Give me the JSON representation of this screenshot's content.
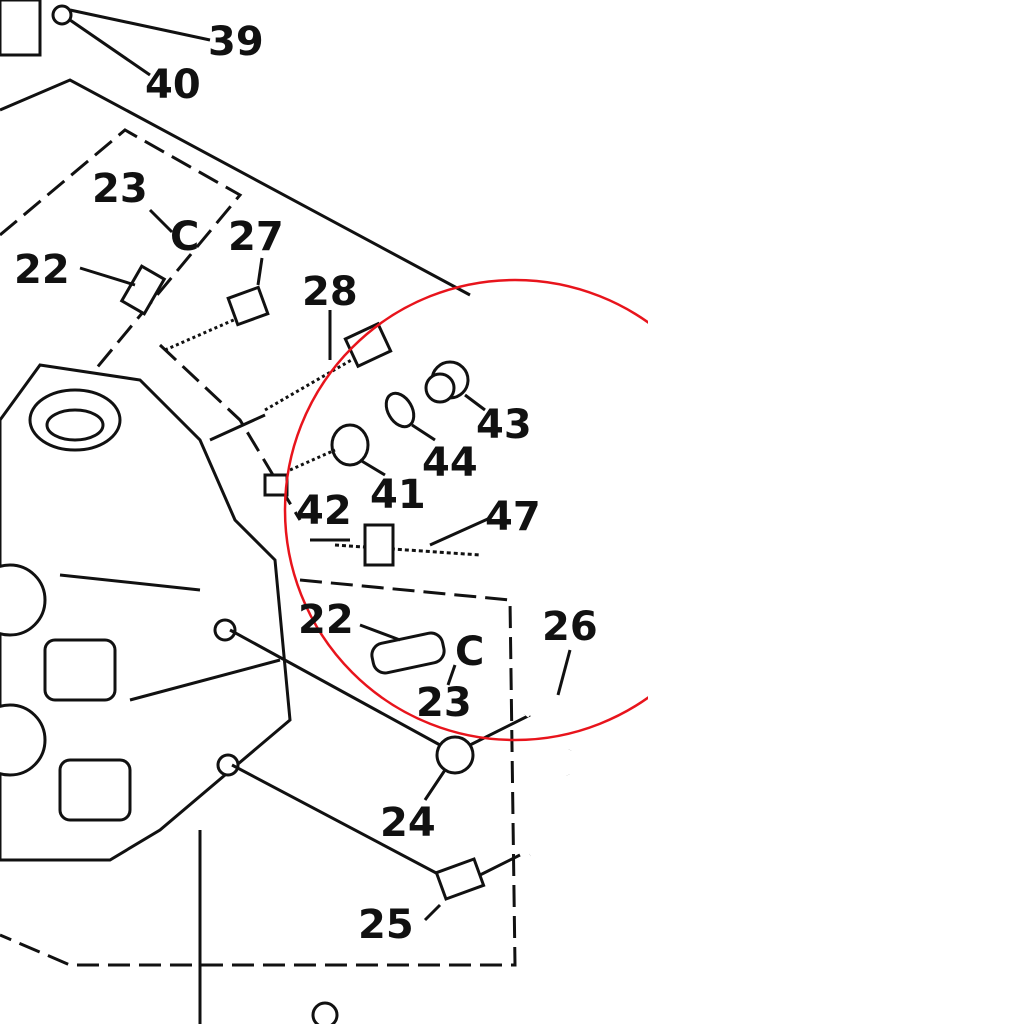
{
  "diagram": {
    "callouts": [
      {
        "id": "c39",
        "label": "39"
      },
      {
        "id": "c40",
        "label": "40"
      },
      {
        "id": "c23a",
        "label": "23"
      },
      {
        "id": "c27",
        "label": "27"
      },
      {
        "id": "c22a",
        "label": "22"
      },
      {
        "id": "c28",
        "label": "28"
      },
      {
        "id": "c43",
        "label": "43"
      },
      {
        "id": "c44",
        "label": "44"
      },
      {
        "id": "c41",
        "label": "41"
      },
      {
        "id": "c42",
        "label": "42"
      },
      {
        "id": "c47",
        "label": "47"
      },
      {
        "id": "c22b",
        "label": "22"
      },
      {
        "id": "c26",
        "label": "26"
      },
      {
        "id": "c23b",
        "label": "23"
      },
      {
        "id": "c24",
        "label": "24"
      },
      {
        "id": "c25",
        "label": "25"
      }
    ],
    "highlight_color": "#e8141c"
  }
}
